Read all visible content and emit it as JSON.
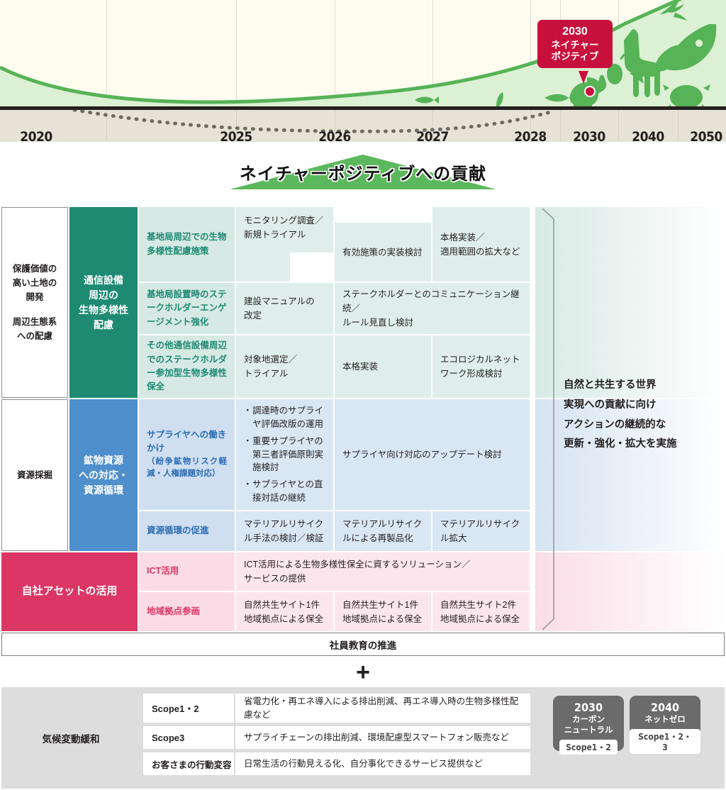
{
  "chart": {
    "type": "area",
    "years": [
      "2020",
      "2025",
      "2026",
      "2027",
      "2028",
      "2030",
      "2040",
      "2050"
    ],
    "callout": {
      "year": "2030",
      "line1": "ネイチャー",
      "line2": "ポジティブ"
    },
    "colors": {
      "accent_red": "#c8103c",
      "green": "#56b356",
      "plot_bg": "#fdfcef",
      "lower_bg": "#e6e3d6"
    }
  },
  "banner": {
    "label": "ネイチャーポジティブへの貢献"
  },
  "matrix": {
    "vision": [
      "自然と共生する世界",
      "実現への貢献に向け",
      "アクションの継続的な",
      "更新・強化・拡大を実施"
    ],
    "sections": [
      {
        "issue": [
          "保護価値の",
          "高い土地の",
          "開発",
          "",
          "周辺生態系",
          "への配慮"
        ],
        "theme": "通信設備\n周辺の\n生物多様性\n配慮",
        "rows": [
          {
            "measure": "基地局周辺での生物多様性配慮施策",
            "actions": [
              "モニタリング調査／\n新規トライアル",
              "有効施策の実装検討",
              "本格実装／\n適用範囲の拡大など"
            ]
          },
          {
            "measure": "基地局設置時のステークホルダーエンゲージメント強化",
            "actions": [
              "建設マニュアルの\n改定",
              "ステークホルダーとのコミュニケーション継続／\nルール見直し検討"
            ]
          },
          {
            "measure": "その他通信設備周辺でのステークホルダー参加型生物多様性保全",
            "actions": [
              "対象地選定／\nトライアル",
              "本格実装",
              "エコロジカルネットワーク形成検討"
            ]
          }
        ]
      },
      {
        "issue": [
          "資源採掘"
        ],
        "theme": "鉱物資源\nへの対応・\n資源循環",
        "rows": [
          {
            "measure": "サプライヤへの働きかけ",
            "measure_sub": "（紛争鉱物リスク軽減・人権課題対応）",
            "bullets": [
              "調達時のサプライヤ評価改版の運用",
              "重要サプライヤの第三者評価原則実施検討",
              "サプライヤとの直接対話の継続"
            ],
            "actions": [
              "サプライヤ向け対応のアップデート検討"
            ]
          },
          {
            "measure": "資源循環の促進",
            "actions": [
              "マテリアルリサイクル手法の検討／検証",
              "マテリアルリサイクルによる再製品化",
              "マテリアルリサイクル拡大"
            ]
          }
        ]
      },
      {
        "theme": "自社アセットの活用",
        "rows": [
          {
            "measure": "ICT活用",
            "actions": [
              "ICT活用による生物多様性保全に資するソリューション／\nサービスの提供"
            ]
          },
          {
            "measure": "地域拠点参画",
            "actions": [
              "自然共生サイト1件\n地域拠点による保全",
              "自然共生サイト1件\n地域拠点による保全",
              "自然共生サイト2件\n地域拠点による保全"
            ]
          }
        ]
      }
    ]
  },
  "education": {
    "label": "社員教育の推進"
  },
  "plus": {
    "symbol": "+"
  },
  "climate": {
    "label": "気候変動緩和",
    "rows": [
      {
        "scope": "Scope1・2",
        "desc": "省電力化・再エネ導入による排出削減、再エネ導入時の生物多様性配慮など"
      },
      {
        "scope": "Scope3",
        "desc": "サプライチェーンの排出削減、環境配慮型スマートフォン販売など"
      },
      {
        "scope": "お客さまの行動変容",
        "desc": "日常生活の行動見える化、自分事化できるサービス提供など"
      }
    ],
    "badges": [
      {
        "year": "2030",
        "name": "カーボン\nニュートラル",
        "scope": "Scope1・2"
      },
      {
        "year": "2040",
        "name": "ネットゼロ",
        "scope": "Scope1・2・3"
      }
    ]
  }
}
